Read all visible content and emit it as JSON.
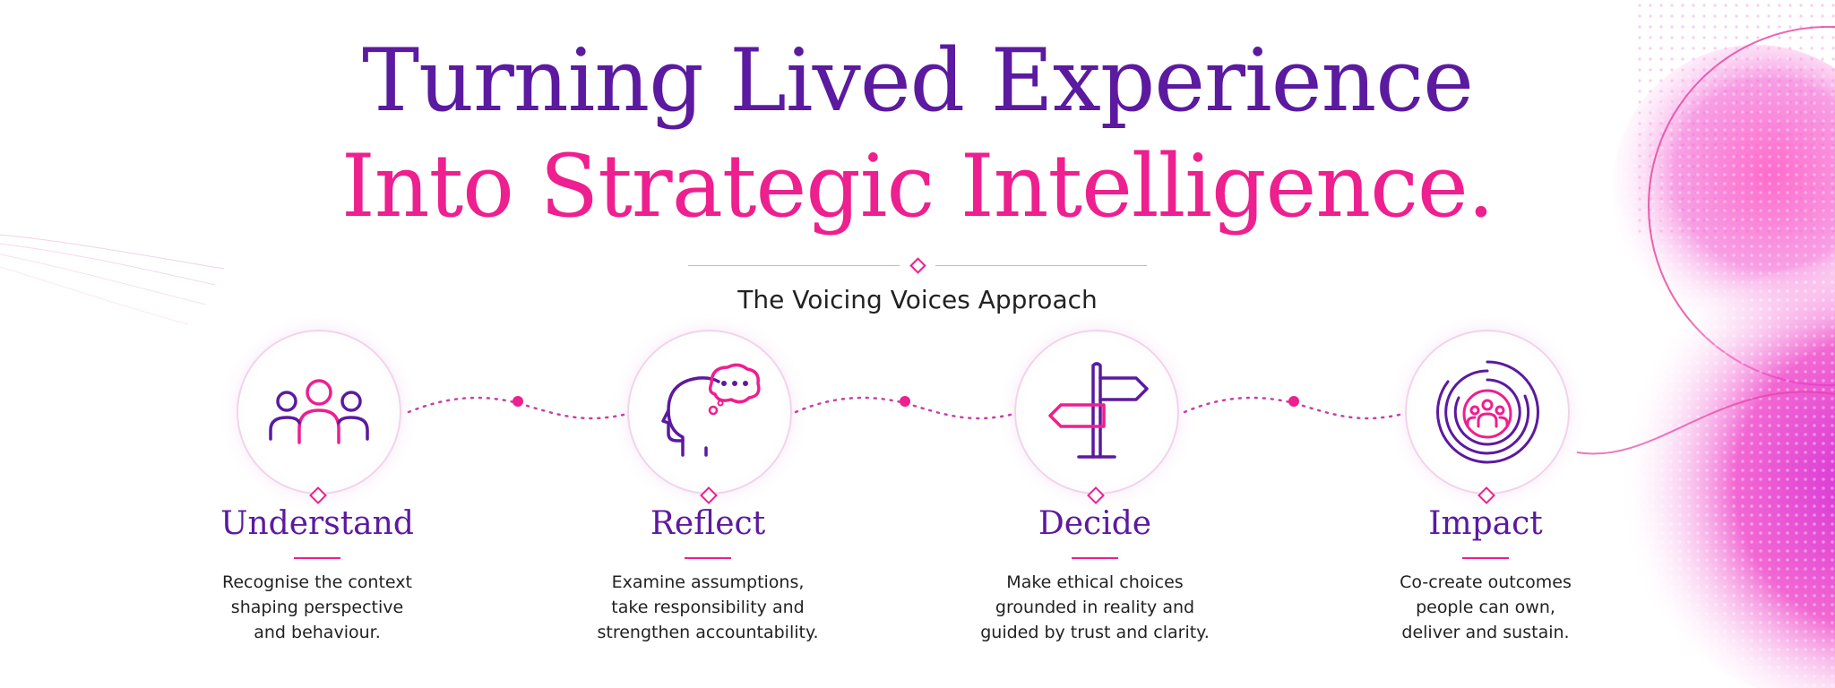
{
  "headline": {
    "line1": "Turning Lived Experience",
    "line2": "Into Strategic Intelligence."
  },
  "subtitle": "The Voicing Voices Approach",
  "colors": {
    "primary_purple": "#5b1aa0",
    "accent_pink": "#ee1f8e",
    "background": "#ffffff"
  },
  "steps": [
    {
      "icon": "people-group-icon",
      "title": "Understand",
      "description": [
        "Recognise the context",
        "shaping perspective",
        "and behaviour."
      ]
    },
    {
      "icon": "head-thought-bubble-icon",
      "title": "Reflect",
      "description": [
        "Examine assumptions,",
        "take responsibility and",
        "strengthen accountability."
      ]
    },
    {
      "icon": "signpost-icon",
      "title": "Decide",
      "description": [
        "Make ethical choices",
        "grounded in reality and",
        "guided by trust and clarity."
      ]
    },
    {
      "icon": "target-community-icon",
      "title": "Impact",
      "description": [
        "Co-create outcomes",
        "people can own,",
        "deliver and sustain."
      ]
    }
  ]
}
